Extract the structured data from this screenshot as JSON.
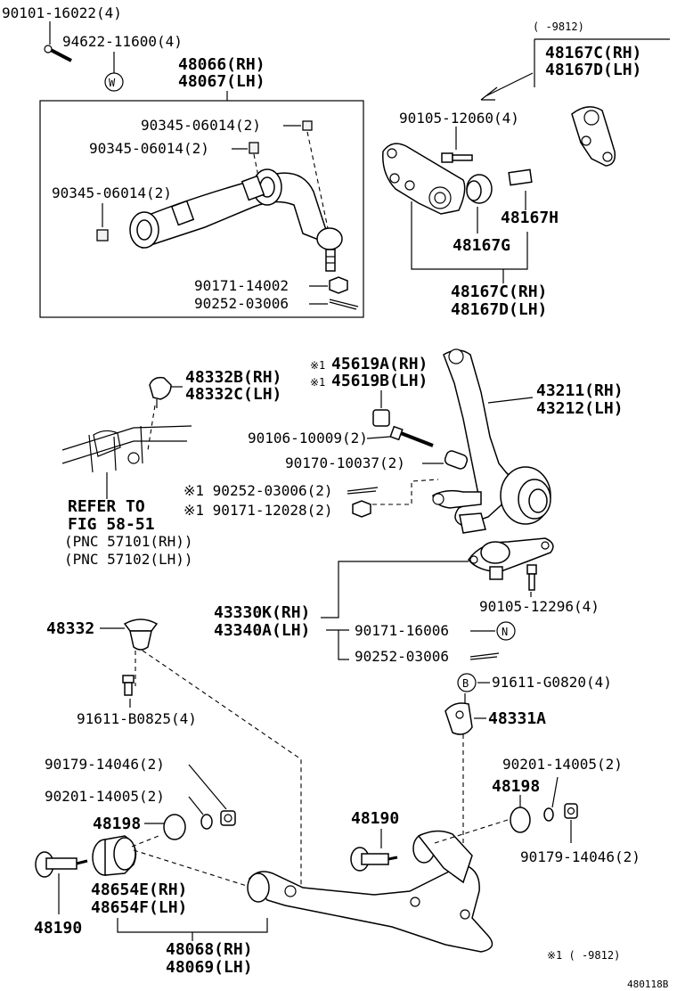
{
  "labels": {
    "p9010116022": "90101-16022(4)",
    "p9462211600": "94622-11600(4)",
    "washer_sym": "W",
    "p48066": "48066(RH)",
    "p48067": "48067(LH)",
    "p90345a": "90345-06014(2)",
    "p90345b": "90345-06014(2)",
    "p90345c": "90345-06014(2)",
    "p9017114002": "90171-14002",
    "p9025203006a": "90252-03006",
    "date_note_top": "(    -9812)",
    "p48167C_top": "48167C(RH)",
    "p48167D_top": "48167D(LH)",
    "p9010512060": "90105-12060(4)",
    "p48167H": "48167H",
    "p48167G": "48167G",
    "p48167C_bot": "48167C(RH)",
    "p48167D_bot": "48167D(LH)",
    "mark1": "※1",
    "mark2": "※1",
    "p45619A": "45619A(RH)",
    "p45619B": "45619B(LH)",
    "p48332B": "48332B(RH)",
    "p48332C": "48332C(LH)",
    "p43211": "43211(RH)",
    "p43212": "43212(LH)",
    "p9010610009": "90106-10009(2)",
    "p9017010037": "90170-10037(2)",
    "p9025203006b": "※1 90252-03006(2)",
    "p9017112028": "※1 90171-12028(2)",
    "refer1": "REFER TO",
    "refer2": "FIG 58-51",
    "refer3": "(PNC 57101(RH))",
    "refer4": "(PNC 57102(LH))",
    "p9010512296": "90105-12296(4)",
    "p43330K": "43330K(RH)",
    "p43340A": "43340A(LH)",
    "p9017116006": "90171-16006",
    "nut_sym": "N",
    "p9025203006c": "90252-03006",
    "p48332": "48332",
    "bolt_sym": "B",
    "p91611G0820": "91611-G0820(4)",
    "p48331A": "48331A",
    "p91611B0825": "91611-B0825(4)",
    "p9017914046a": "90179-14046(2)",
    "p9020114005a": "90201-14005(2)",
    "p48198a": "48198",
    "p48190a": "48190",
    "p9020114005b": "90201-14005(2)",
    "p48198b": "48198",
    "p9017914046b": "90179-14046(2)",
    "p48654E": "48654E(RH)",
    "p48654F": "48654F(LH)",
    "p48190b": "48190",
    "p48068": "48068(RH)",
    "p48069": "48069(LH)",
    "date_note_bot": "※1 (    -9812)",
    "fig_id": "480118B"
  }
}
